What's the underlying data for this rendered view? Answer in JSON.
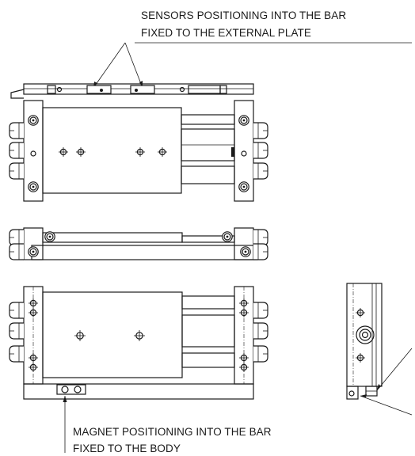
{
  "annotations": {
    "sensors_line1": "SENSORS POSITIONING INTO THE BAR",
    "sensors_line2": "FIXED TO THE EXTERNAL PLATE",
    "magnet_line1": "MAGNET POSITIONING INTO THE BAR",
    "magnet_line2": "FIXED TO THE BODY"
  }
}
